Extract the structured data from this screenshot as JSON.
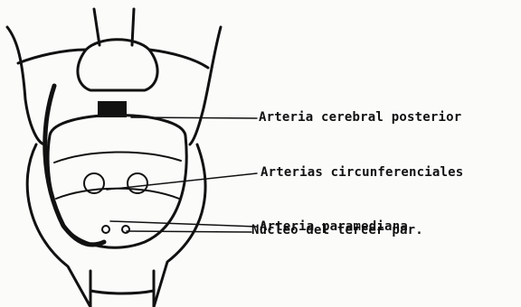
{
  "figure": {
    "labels": {
      "posterior_cerebral_artery": "Arteria cerebral posterior",
      "circumferential_arteries": "Arterias circunferenciales",
      "paramedian_artery": "Arteria paramediana",
      "third_nerve_nucleus": "Núcleo del tercer par."
    }
  }
}
